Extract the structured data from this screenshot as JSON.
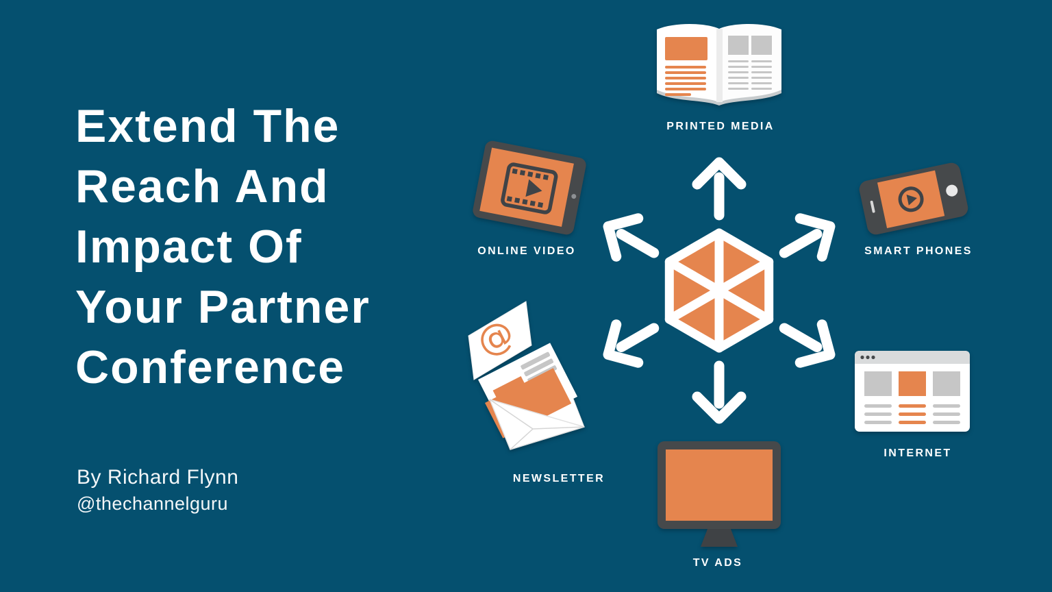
{
  "slide": {
    "title_lines": [
      "Extend The",
      "Reach And",
      "Impact Of",
      "Your Partner",
      "Conference"
    ],
    "byline": "By Richard Flynn",
    "handle": "@thechannelguru"
  },
  "diagram": {
    "hub": {
      "icon": "hexagon-network-icon",
      "arrow_directions": [
        "up",
        "upper-right",
        "lower-right",
        "down",
        "lower-left",
        "upper-left"
      ]
    },
    "channels": [
      {
        "label": "PRINTED MEDIA",
        "icon": "open-magazine-icon",
        "position": "top"
      },
      {
        "label": "ONLINE VIDEO",
        "icon": "tablet-film-icon",
        "position": "upper-left"
      },
      {
        "label": "SMART PHONES",
        "icon": "smartphone-play-icon",
        "position": "upper-right"
      },
      {
        "label": "NEWSLETTER",
        "icon": "envelope-newsletter-icon",
        "position": "lower-left"
      },
      {
        "label": "INTERNET",
        "icon": "browser-window-icon",
        "position": "lower-right"
      },
      {
        "label": "TV ADS",
        "icon": "tv-monitor-icon",
        "position": "bottom"
      }
    ],
    "at_sign": "@"
  },
  "colors": {
    "background": "#05506F",
    "accent_orange": "#E5854E",
    "device_gray": "#46494B",
    "detail_dark": "#3F4347",
    "content_gray": "#C6C6C6",
    "text_white": "#FFFFFF"
  }
}
